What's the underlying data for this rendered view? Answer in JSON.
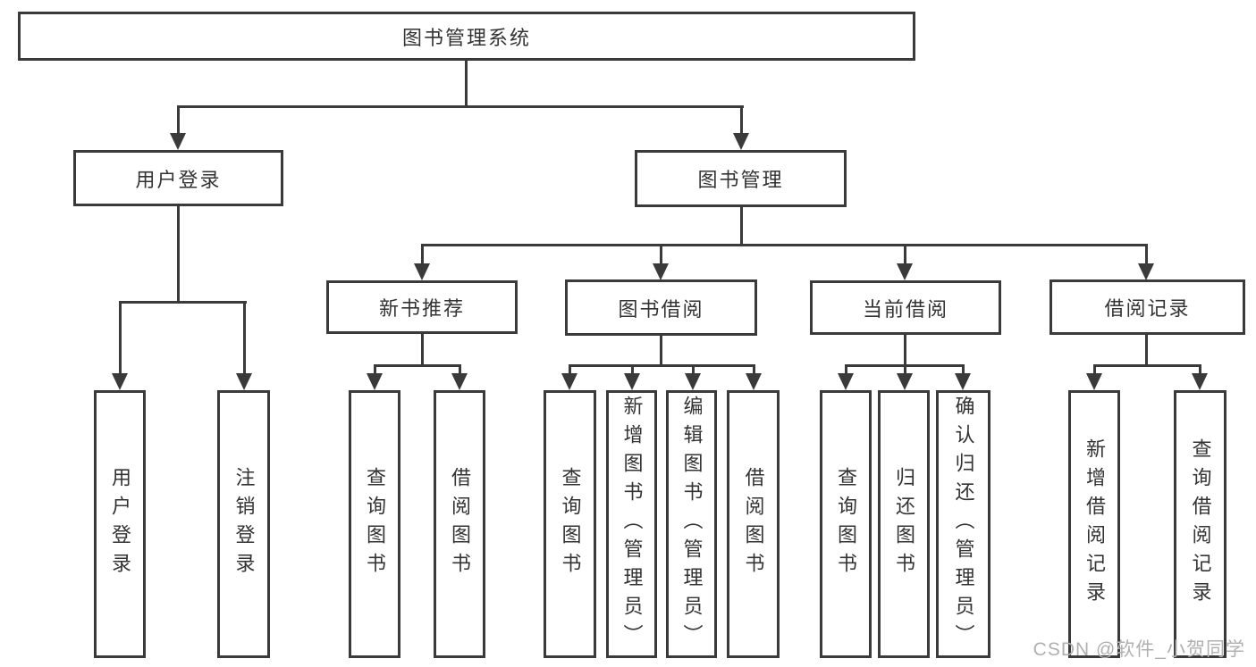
{
  "diagram": {
    "type": "tree-structure-chart",
    "root": {
      "label": "图书管理系统"
    },
    "branches": [
      {
        "label": "用户登录",
        "children": [
          {
            "label": "用户登录"
          },
          {
            "label": "注销登录"
          }
        ]
      },
      {
        "label": "图书管理",
        "children": [
          {
            "label": "新书推荐",
            "children": [
              {
                "label": "查询图书"
              },
              {
                "label": "借阅图书"
              }
            ]
          },
          {
            "label": "图书借阅",
            "children": [
              {
                "label": "查询图书"
              },
              {
                "label": "新增图书（管理员）"
              },
              {
                "label": "编辑图书（管理员）"
              },
              {
                "label": "借阅图书"
              }
            ]
          },
          {
            "label": "当前借阅",
            "children": [
              {
                "label": "查询图书"
              },
              {
                "label": "归还图书"
              },
              {
                "label": "确认归还（管理员）"
              }
            ]
          },
          {
            "label": "借阅记录",
            "children": [
              {
                "label": "新增借阅记录"
              },
              {
                "label": "查询借阅记录"
              }
            ]
          }
        ]
      }
    ],
    "watermark": "CSDN @软件_小贺同学",
    "colors": {
      "line": "#3a3a3a",
      "text": "#333333",
      "watermark": "#b0b0b0",
      "background": "#ffffff"
    }
  }
}
